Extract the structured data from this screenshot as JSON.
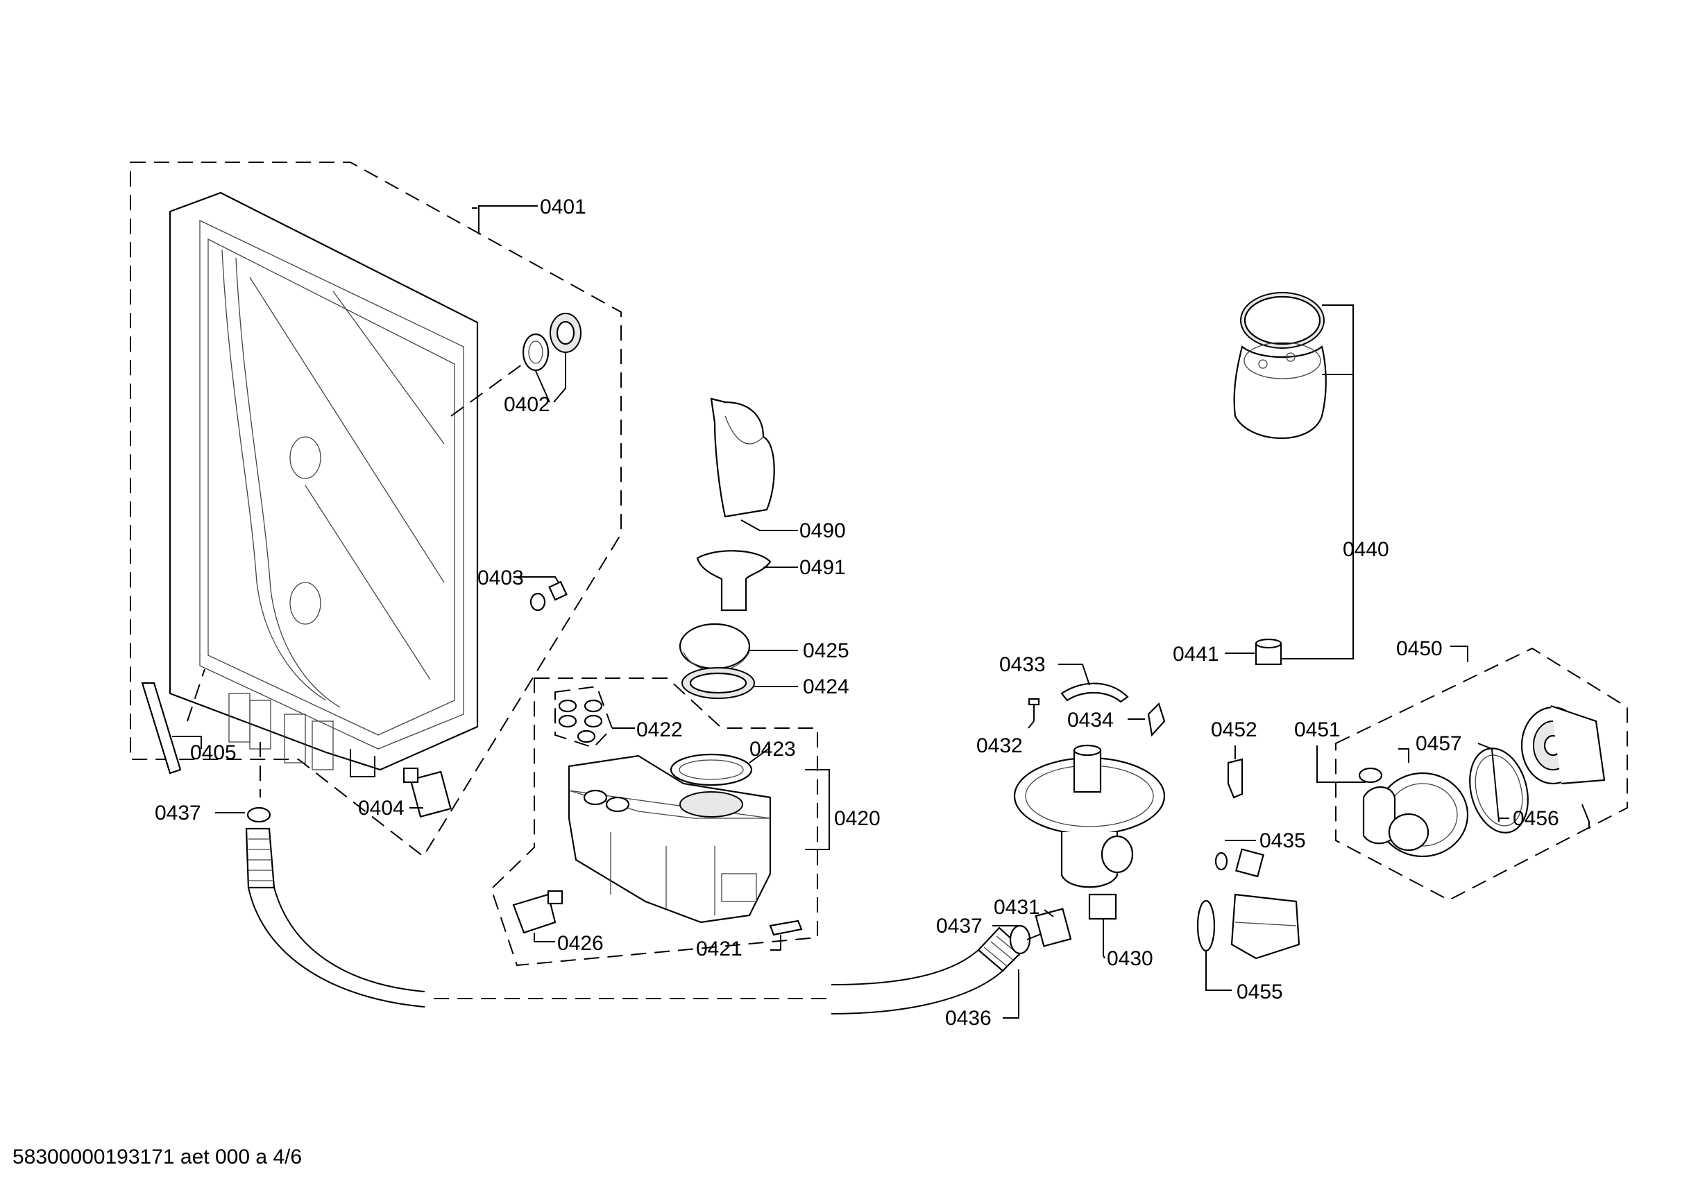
{
  "parts": [
    {
      "id": "p0401",
      "label": "0401"
    },
    {
      "id": "p0402",
      "label": "0402"
    },
    {
      "id": "p0403",
      "label": "0403"
    },
    {
      "id": "p0404",
      "label": "0404"
    },
    {
      "id": "p0405",
      "label": "0405"
    },
    {
      "id": "p0437a",
      "label": "0437"
    },
    {
      "id": "p0490",
      "label": "0490"
    },
    {
      "id": "p0491",
      "label": "0491"
    },
    {
      "id": "p0425",
      "label": "0425"
    },
    {
      "id": "p0424",
      "label": "0424"
    },
    {
      "id": "p0422",
      "label": "0422"
    },
    {
      "id": "p0423",
      "label": "0423"
    },
    {
      "id": "p0420",
      "label": "0420"
    },
    {
      "id": "p0426",
      "label": "0426"
    },
    {
      "id": "p0421",
      "label": "0421"
    },
    {
      "id": "p0433",
      "label": "0433"
    },
    {
      "id": "p0434",
      "label": "0434"
    },
    {
      "id": "p0432",
      "label": "0432"
    },
    {
      "id": "p0431",
      "label": "0431"
    },
    {
      "id": "p0437b",
      "label": "0437"
    },
    {
      "id": "p0436",
      "label": "0436"
    },
    {
      "id": "p0430",
      "label": "0430"
    },
    {
      "id": "p0440",
      "label": "0440"
    },
    {
      "id": "p0441",
      "label": "0441"
    },
    {
      "id": "p0452",
      "label": "0452"
    },
    {
      "id": "p0435",
      "label": "0435"
    },
    {
      "id": "p0455",
      "label": "0455"
    },
    {
      "id": "p0450",
      "label": "0450"
    },
    {
      "id": "p0451",
      "label": "0451"
    },
    {
      "id": "p0457",
      "label": "0457"
    },
    {
      "id": "p0456",
      "label": "0456"
    }
  ],
  "footer": "58300000193171 aet 000 a 4/6"
}
